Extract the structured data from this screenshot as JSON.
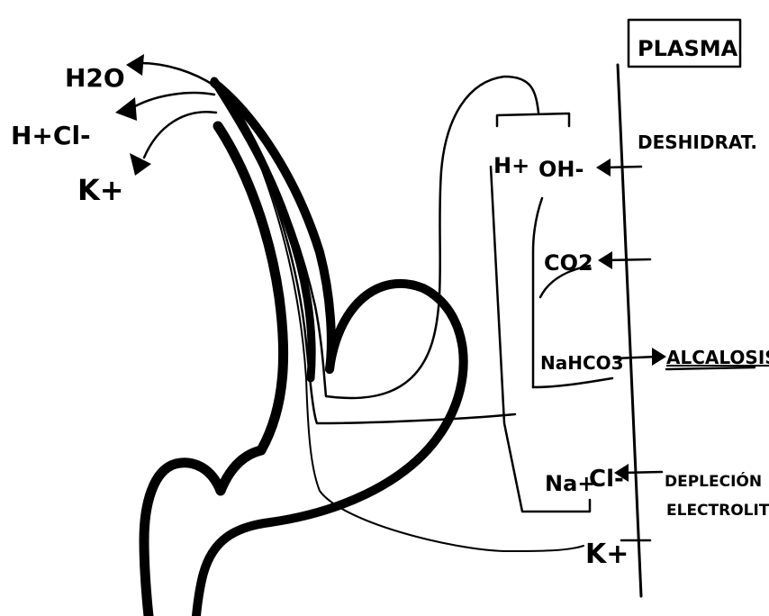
{
  "labels": {
    "plasma": "PLASMA",
    "h2o": "H2O",
    "hcl": "H+Cl-",
    "k_left": "K+",
    "h_plus": "H+",
    "oh_minus": "OH-",
    "deshidrat": "DESHIDRAT.",
    "co2": "CO2",
    "nahco3": "NaHCO3",
    "alcalosis": "ALCALOSIS",
    "na_plus": "Na+",
    "cl_minus": "Cl-",
    "deplecion": "DEPLECIÓN",
    "electrolit": "ELECTROLIT",
    "k_right": "K+"
  }
}
